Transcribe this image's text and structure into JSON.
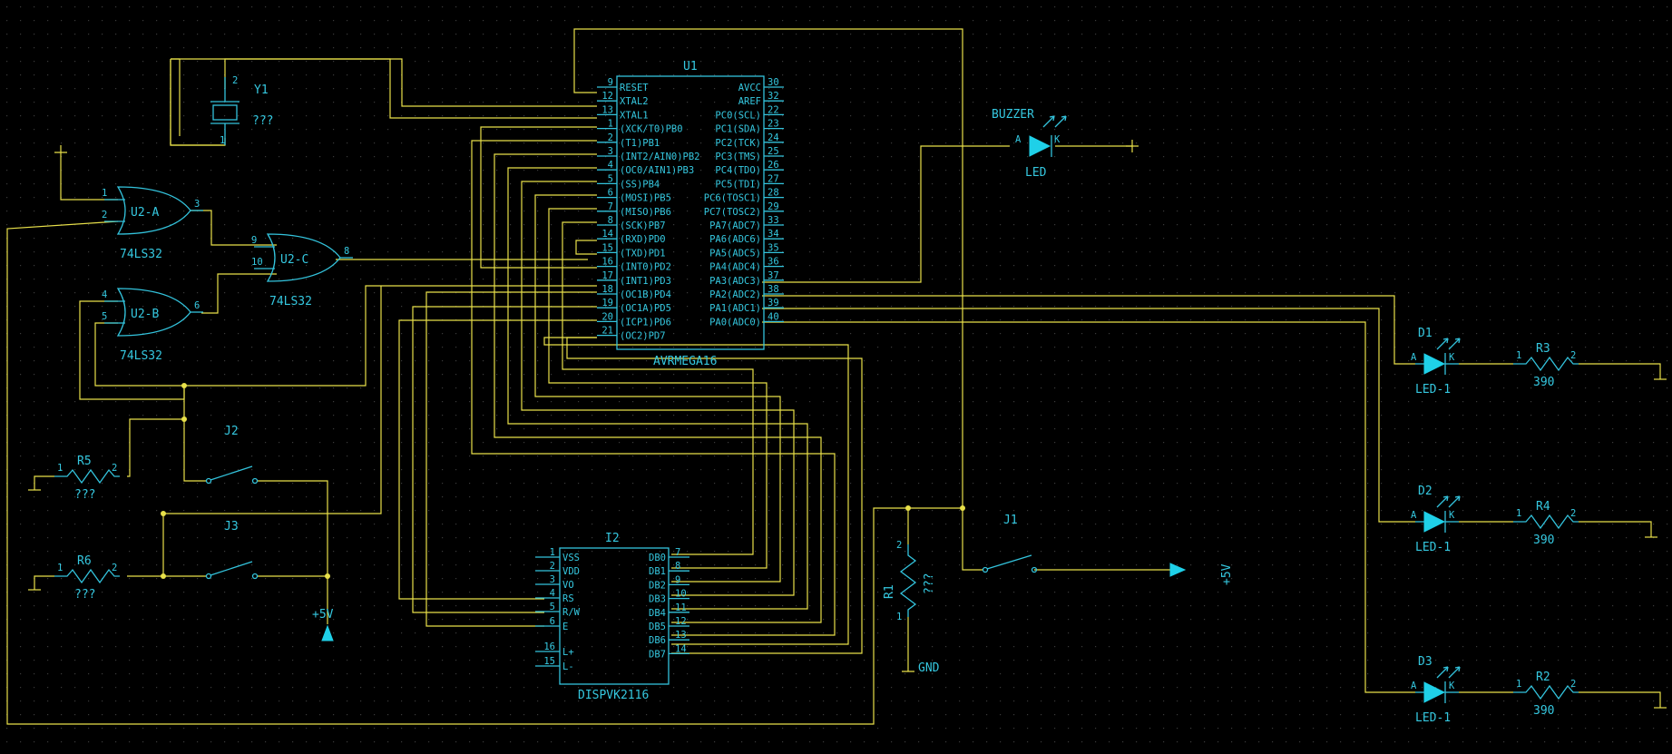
{
  "mcu": {
    "ref": "U1",
    "part": "AVRMEGA16",
    "left_pins": [
      {
        "num": "9",
        "name": "RESET"
      },
      {
        "num": "12",
        "name": "XTAL2"
      },
      {
        "num": "13",
        "name": "XTAL1"
      },
      {
        "num": "1",
        "name": "(XCK/T0)PB0"
      },
      {
        "num": "2",
        "name": "(T1)PB1"
      },
      {
        "num": "3",
        "name": "(INT2/AIN0)PB2"
      },
      {
        "num": "4",
        "name": "(OC0/AIN1)PB3"
      },
      {
        "num": "5",
        "name": "(SS)PB4"
      },
      {
        "num": "6",
        "name": "(MOSI)PB5"
      },
      {
        "num": "7",
        "name": "(MISO)PB6"
      },
      {
        "num": "8",
        "name": "(SCK)PB7"
      },
      {
        "num": "14",
        "name": "(RXD)PD0"
      },
      {
        "num": "15",
        "name": "(TXD)PD1"
      },
      {
        "num": "16",
        "name": "(INT0)PD2"
      },
      {
        "num": "17",
        "name": "(INT1)PD3"
      },
      {
        "num": "18",
        "name": "(OC1B)PD4"
      },
      {
        "num": "19",
        "name": "(OC1A)PD5"
      },
      {
        "num": "20",
        "name": "(ICP1)PD6"
      },
      {
        "num": "21",
        "name": "(OC2)PD7"
      }
    ],
    "right_pins": [
      {
        "num": "30",
        "name": "AVCC"
      },
      {
        "num": "32",
        "name": "AREF"
      },
      {
        "num": "22",
        "name": "PC0(SCL)"
      },
      {
        "num": "23",
        "name": "PC1(SDA)"
      },
      {
        "num": "24",
        "name": "PC2(TCK)"
      },
      {
        "num": "25",
        "name": "PC3(TMS)"
      },
      {
        "num": "26",
        "name": "PC4(TDO)"
      },
      {
        "num": "27",
        "name": "PC5(TDI)"
      },
      {
        "num": "28",
        "name": "PC6(TOSC1)"
      },
      {
        "num": "29",
        "name": "PC7(TOSC2)"
      },
      {
        "num": "33",
        "name": "PA7(ADC7)"
      },
      {
        "num": "34",
        "name": "PA6(ADC6)"
      },
      {
        "num": "35",
        "name": "PA5(ADC5)"
      },
      {
        "num": "36",
        "name": "PA4(ADC4)"
      },
      {
        "num": "37",
        "name": "PA3(ADC3)"
      },
      {
        "num": "38",
        "name": "PA2(ADC2)"
      },
      {
        "num": "39",
        "name": "PA1(ADC1)"
      },
      {
        "num": "40",
        "name": "PA0(ADC0)"
      }
    ]
  },
  "lcd": {
    "ref": "I2",
    "part": "DISPVK2116",
    "left_pins": [
      {
        "num": "1",
        "name": "VSS"
      },
      {
        "num": "2",
        "name": "VDD"
      },
      {
        "num": "3",
        "name": "VO"
      },
      {
        "num": "4",
        "name": "RS"
      },
      {
        "num": "5",
        "name": "R/W"
      },
      {
        "num": "6",
        "name": "E"
      },
      {
        "num": "16",
        "name": "L+"
      },
      {
        "num": "15",
        "name": "L-"
      }
    ],
    "right_pins": [
      {
        "num": "7",
        "name": "DB0"
      },
      {
        "num": "8",
        "name": "DB1"
      },
      {
        "num": "9",
        "name": "DB2"
      },
      {
        "num": "10",
        "name": "DB3"
      },
      {
        "num": "11",
        "name": "DB4"
      },
      {
        "num": "12",
        "name": "DB5"
      },
      {
        "num": "13",
        "name": "DB6"
      },
      {
        "num": "14",
        "name": "DB7"
      }
    ]
  },
  "crystal": {
    "ref": "Y1",
    "value": "???",
    "pin_top": "2",
    "pin_bottom": "1"
  },
  "gates": [
    {
      "ref": "U2-A",
      "part": "74LS32",
      "in1": "1",
      "in2": "2",
      "out": "3"
    },
    {
      "ref": "U2-B",
      "part": "74LS32",
      "in1": "4",
      "in2": "5",
      "out": "6"
    },
    {
      "ref": "U2-C",
      "part": "74LS32",
      "in1": "9",
      "in2": "10",
      "out": "8"
    }
  ],
  "buzzer": {
    "ref": "BUZZER",
    "part": "LED",
    "anode": "A",
    "cathode": "K"
  },
  "leds": [
    {
      "ref": "D1",
      "part": "LED-1",
      "anode": "A",
      "cathode": "K"
    },
    {
      "ref": "D2",
      "part": "LED-1",
      "anode": "A",
      "cathode": "K"
    },
    {
      "ref": "D3",
      "part": "LED-1",
      "anode": "A",
      "cathode": "K"
    }
  ],
  "led_resistors": [
    {
      "ref": "R3",
      "value": "390",
      "pin1": "1",
      "pin2": "2"
    },
    {
      "ref": "R4",
      "value": "390",
      "pin1": "1",
      "pin2": "2"
    },
    {
      "ref": "R2",
      "value": "390",
      "pin1": "1",
      "pin2": "2"
    }
  ],
  "input_resistors": [
    {
      "ref": "R5",
      "value": "???",
      "pin1": "1",
      "pin2": "2"
    },
    {
      "ref": "R6",
      "value": "???",
      "pin1": "1",
      "pin2": "2"
    }
  ],
  "reset_resistor": {
    "ref": "R1",
    "value": "???",
    "pin1": "1",
    "pin2": "2"
  },
  "switches": {
    "j1": "J1",
    "j2": "J2",
    "j3": "J3"
  },
  "power": {
    "vcc_left": "+5V",
    "vcc_right": "+5V",
    "gnd": "GND"
  },
  "colors": {
    "background": "#000000",
    "wire": "#e8e04a",
    "part": "#33c3dc",
    "grid": "#3a3a3a"
  }
}
